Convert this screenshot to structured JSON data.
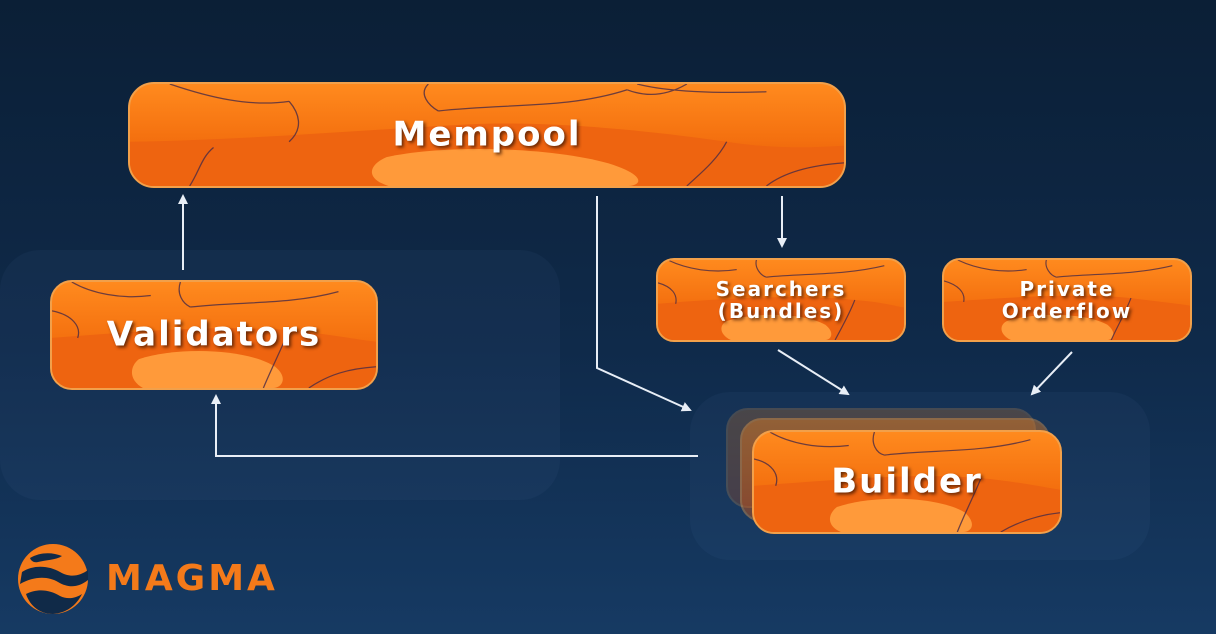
{
  "diagram": {
    "nodes": {
      "mempool": {
        "label": "Mempool"
      },
      "validators": {
        "label": "Validators"
      },
      "searchers": {
        "line1": "Searchers",
        "line2": "(Bundles)"
      },
      "private_orderflow": {
        "line1": "Private",
        "line2": "Orderflow"
      },
      "builder": {
        "label": "Builder"
      }
    },
    "edges": [
      {
        "from": "validators",
        "to": "mempool"
      },
      {
        "from": "mempool",
        "to": "searchers"
      },
      {
        "from": "mempool",
        "to": "builder"
      },
      {
        "from": "searchers",
        "to": "builder"
      },
      {
        "from": "private_orderflow",
        "to": "builder"
      },
      {
        "from": "builder",
        "to": "validators"
      }
    ]
  },
  "brand": {
    "name": "MAGMA"
  },
  "colors": {
    "background": "#0f2a4a",
    "node_fill": "#f4700f",
    "node_border": "#f2a04a",
    "connector": "#e8eef6",
    "brand": "#f47a1a"
  }
}
